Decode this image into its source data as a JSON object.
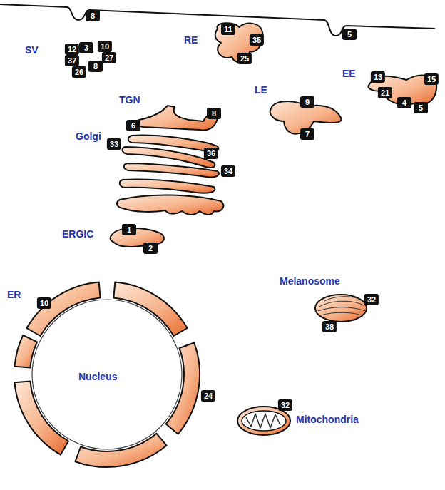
{
  "diagram": {
    "nodes": [
      {
        "text": [
          "SV"
        ]
      },
      {
        "text": [
          "RE"
        ]
      },
      {
        "text": [
          "EE"
        ]
      },
      {
        "text": [
          "LE"
        ]
      },
      {
        "text": [
          "TGN",
          "Golgi"
        ]
      },
      {
        "text": [
          "ERGIC"
        ]
      },
      {
        "text": [
          "ER"
        ]
      },
      {
        "text": [
          "Nucleus"
        ],
        "in": 6
      },
      {
        "text": [
          "Melanosome"
        ]
      },
      {
        "text": [
          "Mitochondria"
        ]
      }
    ],
    "labels": [
      "8",
      "5",
      "12",
      "3",
      "10",
      "37",
      "27",
      "8",
      "26",
      "11",
      "35",
      "25",
      "13",
      "15",
      "21",
      "4",
      "5",
      "9",
      "7",
      "8",
      "6",
      "33",
      "36",
      "34",
      "1",
      "2",
      "10",
      "24",
      "32",
      "38",
      "32"
    ]
  }
}
